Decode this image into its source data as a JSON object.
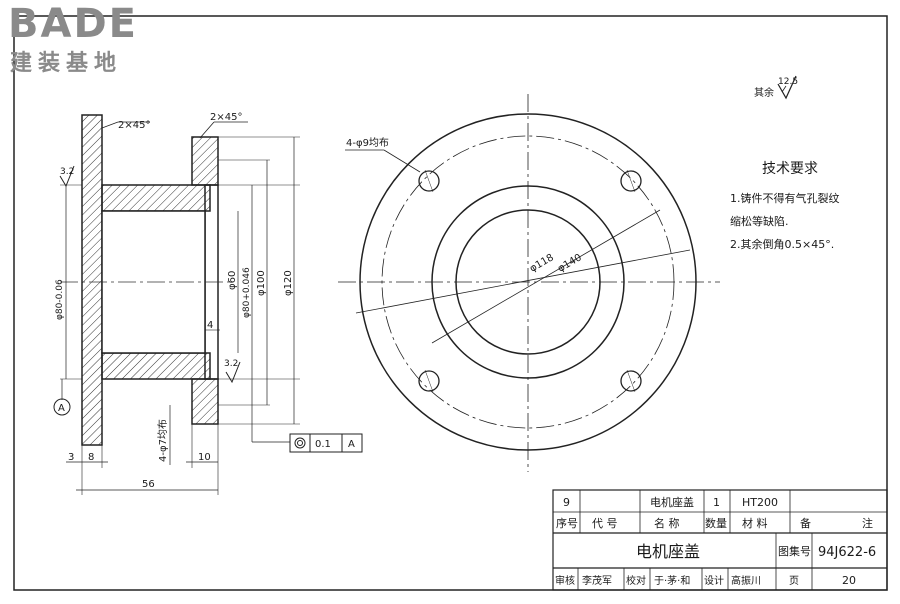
{
  "logo": {
    "brand": "BADE",
    "subtitle": "建装基地"
  },
  "surface_symbol": {
    "prefix": "其余",
    "value": "12.5"
  },
  "tech_requirements": {
    "title": "技术要求",
    "line1": "1.铸件不得有气孔裂纹",
    "line2": "缩松等缺陷.",
    "line3": "2.其余倒角0.5×45°."
  },
  "section_view": {
    "chamfer_left": "2×45°",
    "chamfer_right": "2×45°",
    "roughness_top": "3.2",
    "roughness_bottom": "3.2",
    "dim_d80_left": "φ80-0.06",
    "dim_d60": "φ60",
    "dim_d80_right": "φ80+0.046",
    "dim_d100": "φ100",
    "dim_d120": "φ120",
    "dim_4": "4",
    "holes_note": "4-φ7均布",
    "datum": "A",
    "dim_3": "3",
    "dim_8": "8",
    "dim_10": "10",
    "dim_56": "56",
    "tolerance_value": "0.1",
    "tolerance_datum": "A"
  },
  "front_view": {
    "holes_note": "4-φ9均布",
    "dim_118": "φ118",
    "dim_140": "φ140"
  },
  "title_block": {
    "part_row": {
      "seq": "9",
      "code": "",
      "name": "电机座盖",
      "qty": "1",
      "material": "HT200",
      "note": ""
    },
    "headers": {
      "seq": "序号",
      "code": "代 号",
      "name": "名 称",
      "qty": "数量",
      "material": "材 料",
      "note_a": "备",
      "note_b": "注"
    },
    "drawing_title": "电机座盖",
    "atlas_label": "图集号",
    "atlas_no": "94J622-6",
    "bottom": {
      "review_label": "审核",
      "review_sig": "李茂军",
      "check_label": "校对",
      "check_sig": "于·茅·和",
      "design_label": "设计",
      "design_sig": "高振川",
      "page_label": "页",
      "page_no": "20"
    }
  }
}
